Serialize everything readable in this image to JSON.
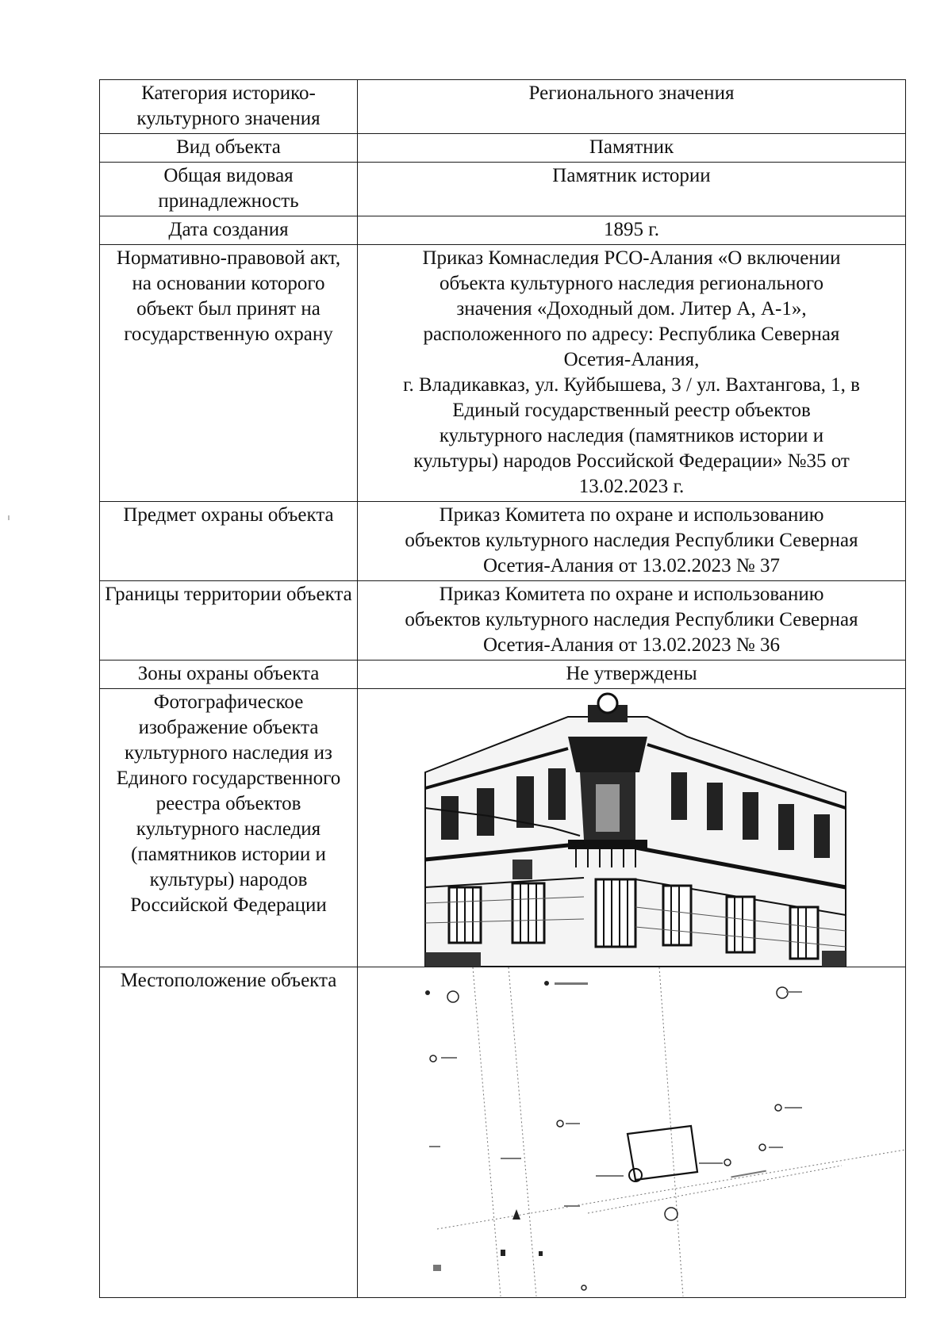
{
  "table": {
    "rows": [
      {
        "label": "Категория историко-культурного значения",
        "value": "Регионального значения"
      },
      {
        "label": "Вид объекта",
        "value": "Памятник"
      },
      {
        "label": "Общая видовая принадлежность",
        "value": "Памятник истории"
      },
      {
        "label": "Дата создания",
        "value": "1895 г."
      },
      {
        "label": "Нормативно-правовой акт, на основании которого объект был принят на государственную охрану",
        "value_lines": [
          "Приказ Комнаследия РСО-Алания «О включении",
          "объекта культурного наследия регионального",
          "значения «Доходный дом. Литер А, А-1»,",
          "расположенного по адресу: Республика Северная",
          "Осетия-Алания,",
          "г. Владикавказ, ул. Куйбышева, 3 / ул. Вахтангова, 1, в",
          "Единый государственный реестр объектов",
          "культурного наследия (памятников истории и",
          "культуры) народов Российской Федерации» №35 от",
          "13.02.2023 г."
        ]
      },
      {
        "label": "Предмет охраны объекта",
        "value_lines": [
          "Приказ Комитета по охране и использованию",
          "объектов культурного наследия Республики Северная",
          "Осетия-Алания от 13.02.2023 № 37"
        ]
      },
      {
        "label": "Границы территории объекта",
        "value_lines": [
          "Приказ Комитета по охране и использованию",
          "объектов культурного наследия Республики Северная",
          "Осетия-Алания от 13.02.2023 № 36"
        ]
      },
      {
        "label": "Зоны охраны объекта",
        "value": "Не утверждены"
      },
      {
        "label": "Фотографическое изображение объекта культурного наследия из Единого государственного реестра объектов культурного наследия (памятников истории и культуры) народов Российской Федерации",
        "image": "building-photo"
      },
      {
        "label": "Местоположение объекта",
        "image": "location-map"
      }
    ]
  }
}
